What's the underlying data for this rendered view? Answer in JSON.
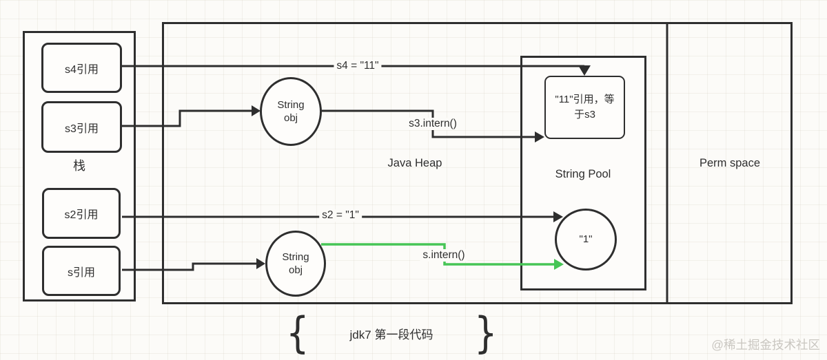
{
  "colors": {
    "line": "#2e2e2e",
    "arrow_green": "#46c556",
    "watermark_gray": "#c9c6c0"
  },
  "stack": {
    "label": "栈",
    "refs": [
      "s4引用",
      "s3引用",
      "s2引用",
      "s引用"
    ]
  },
  "heap": {
    "label": "Java Heap"
  },
  "perm": {
    "label": "Perm space"
  },
  "pool": {
    "label": "String Pool",
    "entry_11": "\"11\"引用，等于s3",
    "entry_1": "\"1\""
  },
  "objects": {
    "string_obj_top": "String\nobj",
    "string_obj_bottom": "String\nobj"
  },
  "edges": {
    "s4_assign": "s4 = \"11\"",
    "s3_intern": "s3.intern()",
    "s2_assign": "s2 = \"1\"",
    "s_intern": "s.intern()"
  },
  "caption": {
    "brace_left": "{",
    "text": "jdk7 第一段代码",
    "brace_right": "}"
  },
  "watermark": "@稀土掘金技术社区"
}
